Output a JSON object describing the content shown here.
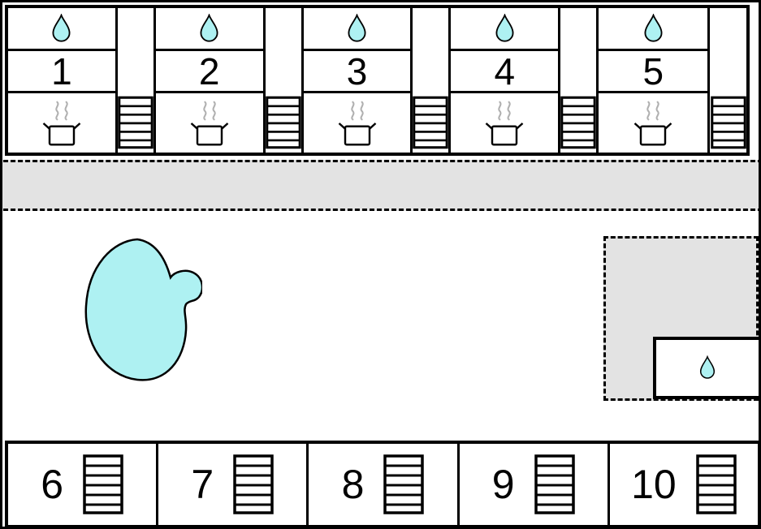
{
  "map": {
    "description_label": "",
    "colors": {
      "water_fill": "#aef1f2",
      "area_gray": "#e3e3e3",
      "outline": "#000000",
      "steam_gray": "#b0b0b0",
      "background": "#ffffff"
    },
    "icons": {
      "water_drop": "water-drop-icon",
      "cooking_pot": "cooking-pot-icon",
      "grate": "grate-icon",
      "pond": "pond"
    }
  },
  "top_row": {
    "stalls": [
      {
        "number": "1"
      },
      {
        "number": "2"
      },
      {
        "number": "3"
      },
      {
        "number": "4"
      },
      {
        "number": "5"
      }
    ]
  },
  "bottom_row": {
    "stalls": [
      {
        "number": "6"
      },
      {
        "number": "7"
      },
      {
        "number": "8"
      },
      {
        "number": "9"
      },
      {
        "number": "10"
      }
    ]
  }
}
